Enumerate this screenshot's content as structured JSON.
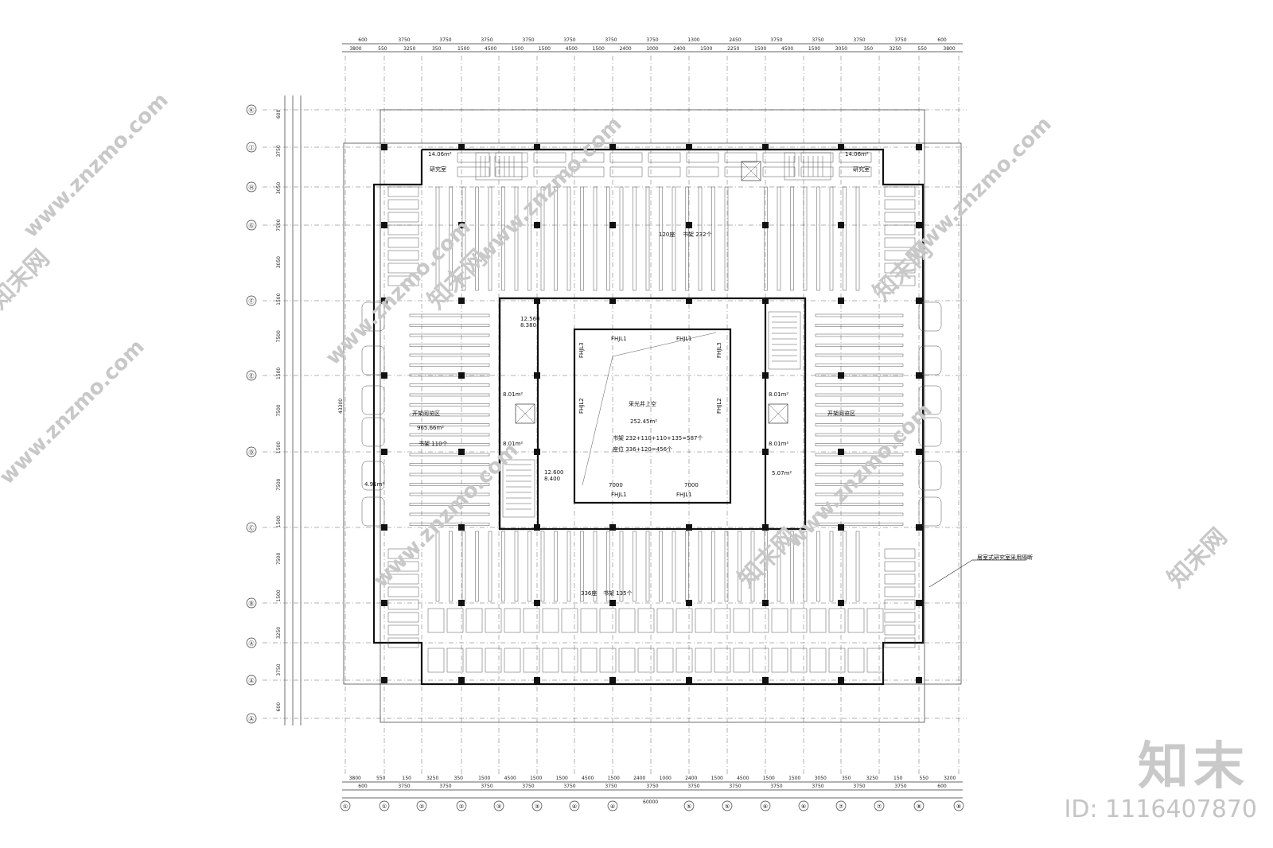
{
  "drawing": {
    "top_dims_row1": [
      "600",
      "3750",
      "3750",
      "3750",
      "3750",
      "3750",
      "3750",
      "3750",
      "1300",
      "2450",
      "3750",
      "3750",
      "3750",
      "3750",
      "600"
    ],
    "top_dims_row2": [
      "3800",
      "550",
      "3250",
      "350",
      "1500",
      "4500",
      "1500",
      "1500",
      "4500",
      "1500",
      "2400",
      "1000",
      "2400",
      "1500",
      "2250",
      "1500",
      "4500",
      "1500",
      "3050",
      "350",
      "3250",
      "550",
      "3800"
    ],
    "bottom_dims_row1": [
      "3800",
      "550",
      "150",
      "3250",
      "350",
      "1500",
      "4500",
      "1500",
      "1500",
      "4500",
      "1500",
      "2400",
      "1000",
      "2400",
      "1500",
      "4500",
      "1500",
      "1500",
      "3050",
      "350",
      "3250",
      "150",
      "550",
      "3200"
    ],
    "bottom_dims_row2": [
      "600",
      "3750",
      "3750",
      "3750",
      "3750",
      "3750",
      "3750",
      "3750",
      "3750",
      "3750",
      "3750",
      "3750",
      "3750",
      "3750",
      "600"
    ],
    "bottom_total": "60000",
    "left_total": "43300",
    "left_dims": [
      "600",
      "3750",
      "3050",
      "7500",
      "3050",
      "1500",
      "7500",
      "1500",
      "7500",
      "1500",
      "7500",
      "1500",
      "7500",
      "1500",
      "3250",
      "3750",
      "600"
    ],
    "col_axes": [
      "①",
      "②",
      "③",
      "④",
      "⑤",
      "⑥",
      "⑦",
      "⑧",
      "⑨"
    ],
    "row_axes": [
      "Ⓚ",
      "Ⓙ",
      "Ⓗ",
      "Ⓖ",
      "Ⓕ",
      "Ⓔ",
      "Ⓓ",
      "Ⓒ",
      "Ⓑ",
      "Ⓐ"
    ],
    "rooms": {
      "top_left_area": "14.06m²",
      "top_right_area": "14.06m²",
      "study": "研究室",
      "top_seats": "120座",
      "top_seats2": "书架 232个",
      "atrium_name": "采光井上空",
      "atrium_area": "252.45m²",
      "atrium_calc1": "书架  232+110+110+135=587个",
      "atrium_calc2": "座位  336+120=456个",
      "reading_left": "开架阅览区",
      "reading_left_area": "965.66m²",
      "reading_left_shelves": "书架 110个",
      "reading_right": "开架阅览区",
      "bottom_seats": "336座",
      "bottom_shelves": "书架 135个",
      "area_801_a": "8.01m²",
      "area_801_b": "8.01m²",
      "area_801_c": "8.01m²",
      "area_801_d": "8.01m²",
      "area_491": "4.91m²",
      "area_507": "5.07m²",
      "wc_left_area": "12.560",
      "wc_left_elev": "8.380",
      "stair_left_area": "12.600",
      "stair_left_elev": "8.400",
      "note_right": "居室式研究室采用隔断",
      "beam_fhjl1": "FHJL1",
      "beam_fhjl2": "FHJL2",
      "beam_fhjl3": "FHJL3",
      "atrium_w1": "7000",
      "atrium_w2": "7000"
    }
  },
  "watermark": {
    "site": "www.znzmo.com",
    "brand_cn": "知末网",
    "logo": "知末",
    "id_label": "ID: 1116407870"
  }
}
